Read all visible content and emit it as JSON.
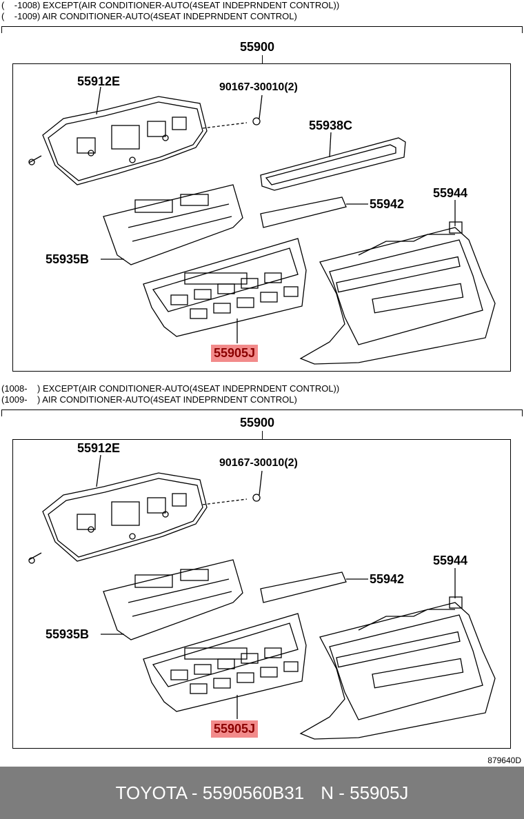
{
  "section1": {
    "note_line1": "(    -1008) EXCEPT(AIR CONDITIONER-AUTO(4SEAT INDEPRNDENT CONTROL))",
    "note_line2": "(    -1009) AIR CONDITIONER-AUTO(4SEAT INDEPRNDENT CONTROL)",
    "assembly": "55900",
    "parts": {
      "bracket": "55912E",
      "screw": "90167-30010(2)",
      "plate": "55938C",
      "label_strip": "55942",
      "panel": "55944",
      "pcb": "55935B",
      "control": "55905J"
    }
  },
  "section2": {
    "note_line1": "(1008-    ) EXCEPT(AIR CONDITIONER-AUTO(4SEAT INDEPRNDENT CONTROL))",
    "note_line2": "(1009-    ) AIR CONDITIONER-AUTO(4SEAT INDEPRNDENT CONTROL)",
    "assembly": "55900",
    "parts": {
      "bracket": "55912E",
      "screw": "90167-30010(2)",
      "label_strip": "55942",
      "panel": "55944",
      "pcb": "55935B",
      "control": "55905J"
    }
  },
  "figure_code": "879640D",
  "footer": {
    "brand_part": "TOYOTA - 5590560B31",
    "ref": "N - 55905J"
  },
  "colors": {
    "highlight": "#f28b8b",
    "footer_bg": "#7d7d7d"
  }
}
